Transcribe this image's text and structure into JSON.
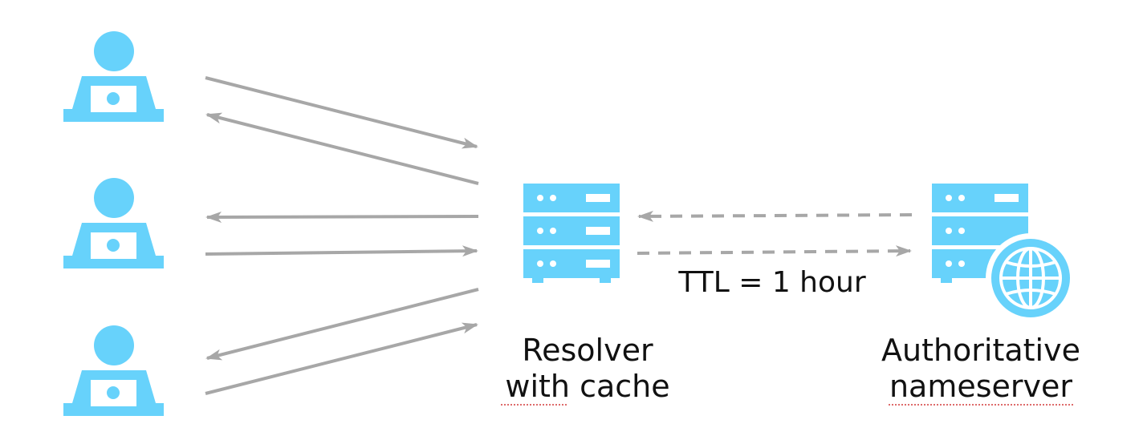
{
  "colors": {
    "icon": "#67d2fb",
    "arrow": "#a7a7a7",
    "text": "#111111",
    "spellcheck": "#d33a3a"
  },
  "nodes": {
    "clients": [
      {
        "icon": "user-laptop-icon"
      },
      {
        "icon": "user-laptop-icon"
      },
      {
        "icon": "user-laptop-icon"
      }
    ],
    "resolver": {
      "icon": "server-icon",
      "label_line1": "Resolver",
      "label_line2_a": "with",
      "label_line2_b": " cache"
    },
    "authoritative": {
      "icon": "server-globe-icon",
      "label_line1": "Authoritative",
      "label_line2": "nameserver"
    }
  },
  "edges": {
    "ttl_label": "TTL = 1 hour"
  }
}
